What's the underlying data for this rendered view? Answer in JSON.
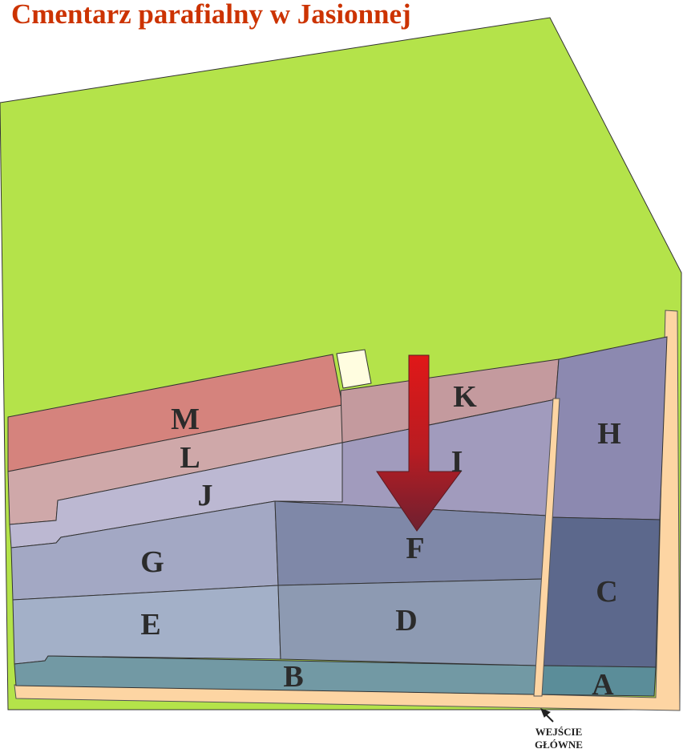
{
  "title": "Cmentarz parafialny w Jasionnej",
  "sections": [
    {
      "id": "M",
      "label": "M",
      "color": "#d5837d"
    },
    {
      "id": "L",
      "label": "L",
      "color": "#cfa8a9"
    },
    {
      "id": "K",
      "label": "K",
      "color": "#c49a9e"
    },
    {
      "id": "J",
      "label": "J",
      "color": "#bcb8d2"
    },
    {
      "id": "I",
      "label": "I",
      "color": "#a19bbd"
    },
    {
      "id": "H",
      "label": "H",
      "color": "#8c89b0"
    },
    {
      "id": "G",
      "label": "G",
      "color": "#a3a8c4"
    },
    {
      "id": "F",
      "label": "F",
      "color": "#7f88a8"
    },
    {
      "id": "E",
      "label": "E",
      "color": "#a3b0c8"
    },
    {
      "id": "D",
      "label": "D",
      "color": "#8d9ab2"
    },
    {
      "id": "C",
      "label": "C",
      "color": "#5c688c"
    },
    {
      "id": "B",
      "label": "B",
      "color": "#7299a4"
    },
    {
      "id": "A",
      "label": "A",
      "color": "#5b8d99"
    }
  ],
  "colors": {
    "grass": "#b4e34a",
    "path": "#fdd5a3",
    "building": "#fffde0",
    "arrow_top": "#e01818",
    "arrow_bottom": "#6e2030"
  },
  "entrance": {
    "line1": "WEJŚCIE",
    "line2": "GŁÓWNE"
  }
}
